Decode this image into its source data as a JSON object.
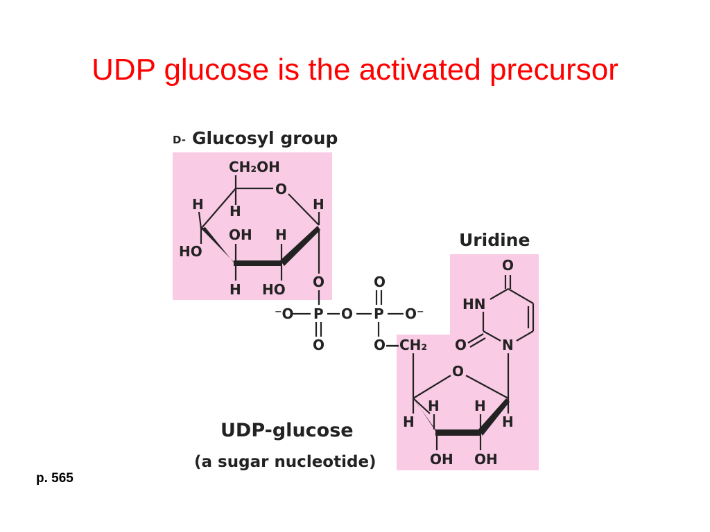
{
  "slide": {
    "title": "UDP glucose is the activated precursor",
    "page_ref": "p. 565"
  },
  "diagram": {
    "glucosyl_prefix": "D-",
    "glucosyl_label": "Glucosyl group",
    "uridine_label": "Uridine",
    "compound_name": "UDP-glucose",
    "compound_subtitle": "(a sugar nucleotide)",
    "highlight_color": "#f9cbe4",
    "atoms": {
      "ch2oh": "CH₂OH",
      "ring_o": "O",
      "h": "H",
      "oh": "OH",
      "ho": "HO",
      "o": "O",
      "o_minus": "⁻O",
      "o_minus_right": "O⁻",
      "p": "P",
      "och2": "O—CH₂",
      "hn": "HN",
      "n": "N"
    }
  }
}
